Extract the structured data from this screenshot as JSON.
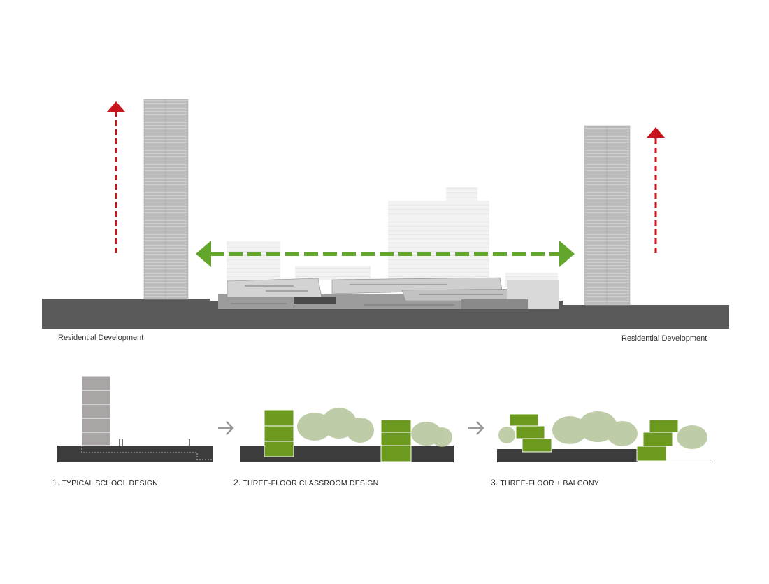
{
  "labels": {
    "left_residential": "Residential Development",
    "right_residential": "Residential Development"
  },
  "captions": [
    {
      "number": "1.",
      "text": "TYPICAL SCHOOL DESIGN"
    },
    {
      "number": "2.",
      "text": "THREE-FLOOR CLASSROOM DESIGN"
    },
    {
      "number": "3.",
      "text": "THREE-FLOOR + BALCONY"
    }
  ],
  "colors": {
    "ground": "#5a595a",
    "tower": "#b9b9b9",
    "red_arrow": "#c8151b",
    "green_arrow": "#63a62c",
    "classroom_green": "#6b9a1f",
    "typical_block": "#aaa5a5"
  },
  "icons": {
    "vertical_arrow": "red-dashed-up-arrow",
    "horizontal_arrow": "green-dashed-double-arrow",
    "step_arrow": "gray-right-arrow"
  }
}
